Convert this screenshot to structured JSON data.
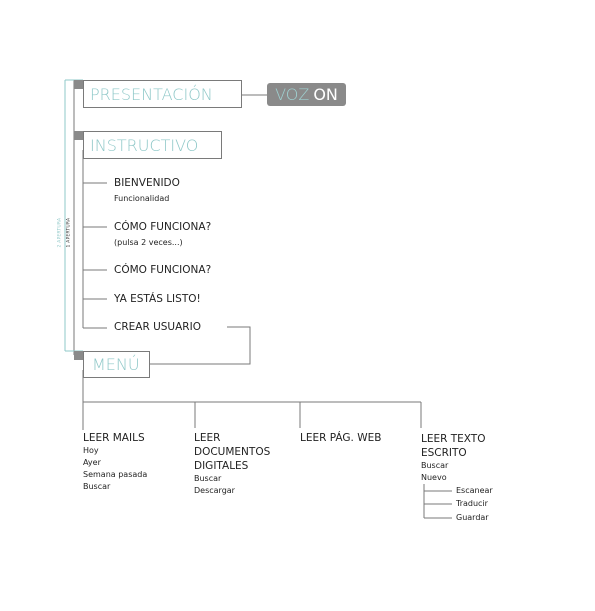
{
  "boxes": {
    "presentacion": "PRESENTACIÓN",
    "instructivo": "INSTRUCTIVO",
    "menu": "MENÚ"
  },
  "voz": {
    "word": "VOZ",
    "state": "ON"
  },
  "side_labels": {
    "outer": "2 APERTURA",
    "inner": "1 APERTURA"
  },
  "instructivo_items": [
    {
      "label": "BIENVENIDO",
      "sub": "Funcionalidad"
    },
    {
      "label": "CÓMO FUNCIONA?",
      "sub": "(pulsa 2 veces...)"
    },
    {
      "label": "CÓMO FUNCIONA?",
      "sub": ""
    },
    {
      "label": "YA ESTÁS LISTO!",
      "sub": ""
    },
    {
      "label": "CREAR USUARIO",
      "sub": ""
    }
  ],
  "menu_columns": [
    {
      "title": "LEER MAILS",
      "items": [
        "Hoy",
        "Ayer",
        "Semana pasada",
        "Buscar"
      ]
    },
    {
      "title_lines": [
        "LEER",
        "DOCUMENTOS",
        "DIGITALES"
      ],
      "items": [
        "Buscar",
        "Descargar"
      ]
    },
    {
      "title": "LEER PÁG. WEB",
      "items": []
    },
    {
      "title_lines": [
        "LEER TEXTO",
        "ESCRITO"
      ],
      "items": [
        "Buscar",
        "Nuevo"
      ],
      "sub_items": [
        "Escanear",
        "Traducir",
        "Guardar"
      ]
    }
  ],
  "colors": {
    "accent": "#8fc8c8",
    "line": "#7a7a7a",
    "marker": "#8a8a8a"
  }
}
